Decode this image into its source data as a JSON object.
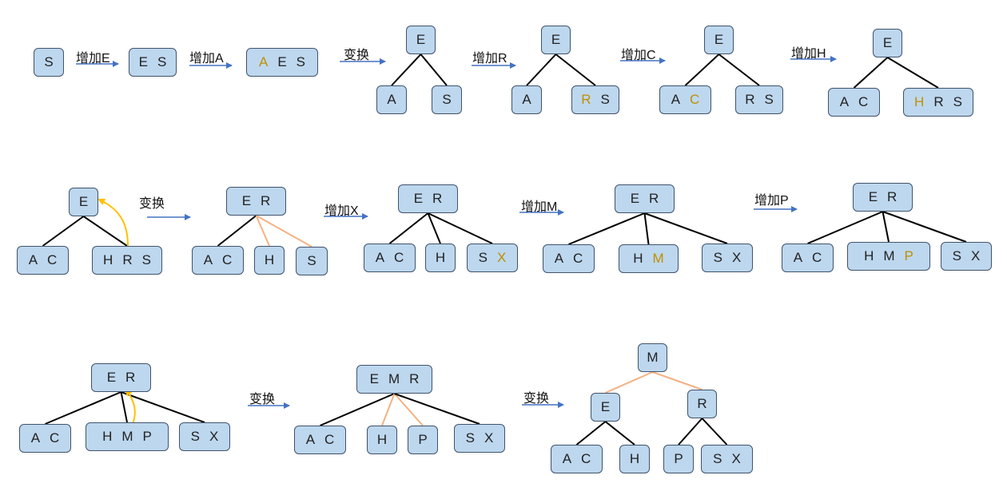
{
  "colors": {
    "node_fill": "#bdd7ee",
    "node_border": "#41536b",
    "edge": "#000000",
    "edge_new": "#f4b183",
    "arrow": "#4472c4",
    "highlight_key": "#bf8f00",
    "curve_arrow": "#ffc000"
  },
  "steps": [
    {
      "label": "增加E"
    },
    {
      "label": "增加A"
    },
    {
      "label": "变换"
    },
    {
      "label": "增加R"
    },
    {
      "label": "增加C"
    },
    {
      "label": "增加H"
    },
    {
      "label": "变换"
    },
    {
      "label": "增加X"
    },
    {
      "label": "增加M"
    },
    {
      "label": "增加P"
    },
    {
      "label": "变换"
    },
    {
      "label": "变换"
    }
  ],
  "nodes": [
    {
      "keys": [
        "S"
      ],
      "hl": []
    },
    {
      "keys": [
        "E",
        "S"
      ],
      "hl": []
    },
    {
      "keys": [
        "A",
        "E",
        "S"
      ],
      "hl": [
        0
      ]
    },
    {
      "keys": [
        "E"
      ],
      "hl": []
    },
    {
      "keys": [
        "A"
      ],
      "hl": []
    },
    {
      "keys": [
        "S"
      ],
      "hl": []
    },
    {
      "keys": [
        "E"
      ],
      "hl": []
    },
    {
      "keys": [
        "A"
      ],
      "hl": []
    },
    {
      "keys": [
        "R",
        "S"
      ],
      "hl": [
        0
      ]
    },
    {
      "keys": [
        "E"
      ],
      "hl": []
    },
    {
      "keys": [
        "A",
        "C"
      ],
      "hl": [
        1
      ]
    },
    {
      "keys": [
        "R",
        "S"
      ],
      "hl": []
    },
    {
      "keys": [
        "E"
      ],
      "hl": []
    },
    {
      "keys": [
        "A",
        "C"
      ],
      "hl": []
    },
    {
      "keys": [
        "H",
        "R",
        "S"
      ],
      "hl": [
        0
      ]
    },
    {
      "keys": [
        "E"
      ],
      "hl": []
    },
    {
      "keys": [
        "A",
        "C"
      ],
      "hl": []
    },
    {
      "keys": [
        "H",
        "R",
        "S"
      ],
      "hl": []
    },
    {
      "keys": [
        "E",
        "R"
      ],
      "hl": []
    },
    {
      "keys": [
        "A",
        "C"
      ],
      "hl": []
    },
    {
      "keys": [
        "H"
      ],
      "hl": []
    },
    {
      "keys": [
        "S"
      ],
      "hl": []
    },
    {
      "keys": [
        "E",
        "R"
      ],
      "hl": []
    },
    {
      "keys": [
        "A",
        "C"
      ],
      "hl": []
    },
    {
      "keys": [
        "H"
      ],
      "hl": []
    },
    {
      "keys": [
        "S",
        "X"
      ],
      "hl": [
        1
      ]
    },
    {
      "keys": [
        "E",
        "R"
      ],
      "hl": []
    },
    {
      "keys": [
        "A",
        "C"
      ],
      "hl": []
    },
    {
      "keys": [
        "H",
        "M"
      ],
      "hl": [
        1
      ]
    },
    {
      "keys": [
        "S",
        "X"
      ],
      "hl": []
    },
    {
      "keys": [
        "E",
        "R"
      ],
      "hl": []
    },
    {
      "keys": [
        "A",
        "C"
      ],
      "hl": []
    },
    {
      "keys": [
        "H",
        "M",
        "P"
      ],
      "hl": [
        2
      ]
    },
    {
      "keys": [
        "S",
        "X"
      ],
      "hl": []
    },
    {
      "keys": [
        "E",
        "R"
      ],
      "hl": []
    },
    {
      "keys": [
        "A",
        "C"
      ],
      "hl": []
    },
    {
      "keys": [
        "H",
        "M",
        "P"
      ],
      "hl": []
    },
    {
      "keys": [
        "S",
        "X"
      ],
      "hl": []
    },
    {
      "keys": [
        "E",
        "M",
        "R"
      ],
      "hl": []
    },
    {
      "keys": [
        "A",
        "C"
      ],
      "hl": []
    },
    {
      "keys": [
        "H"
      ],
      "hl": []
    },
    {
      "keys": [
        "P"
      ],
      "hl": []
    },
    {
      "keys": [
        "S",
        "X"
      ],
      "hl": []
    },
    {
      "keys": [
        "M"
      ],
      "hl": []
    },
    {
      "keys": [
        "E"
      ],
      "hl": []
    },
    {
      "keys": [
        "R"
      ],
      "hl": []
    },
    {
      "keys": [
        "A",
        "C"
      ],
      "hl": []
    },
    {
      "keys": [
        "H"
      ],
      "hl": []
    },
    {
      "keys": [
        "P"
      ],
      "hl": []
    },
    {
      "keys": [
        "S",
        "X"
      ],
      "hl": []
    }
  ]
}
